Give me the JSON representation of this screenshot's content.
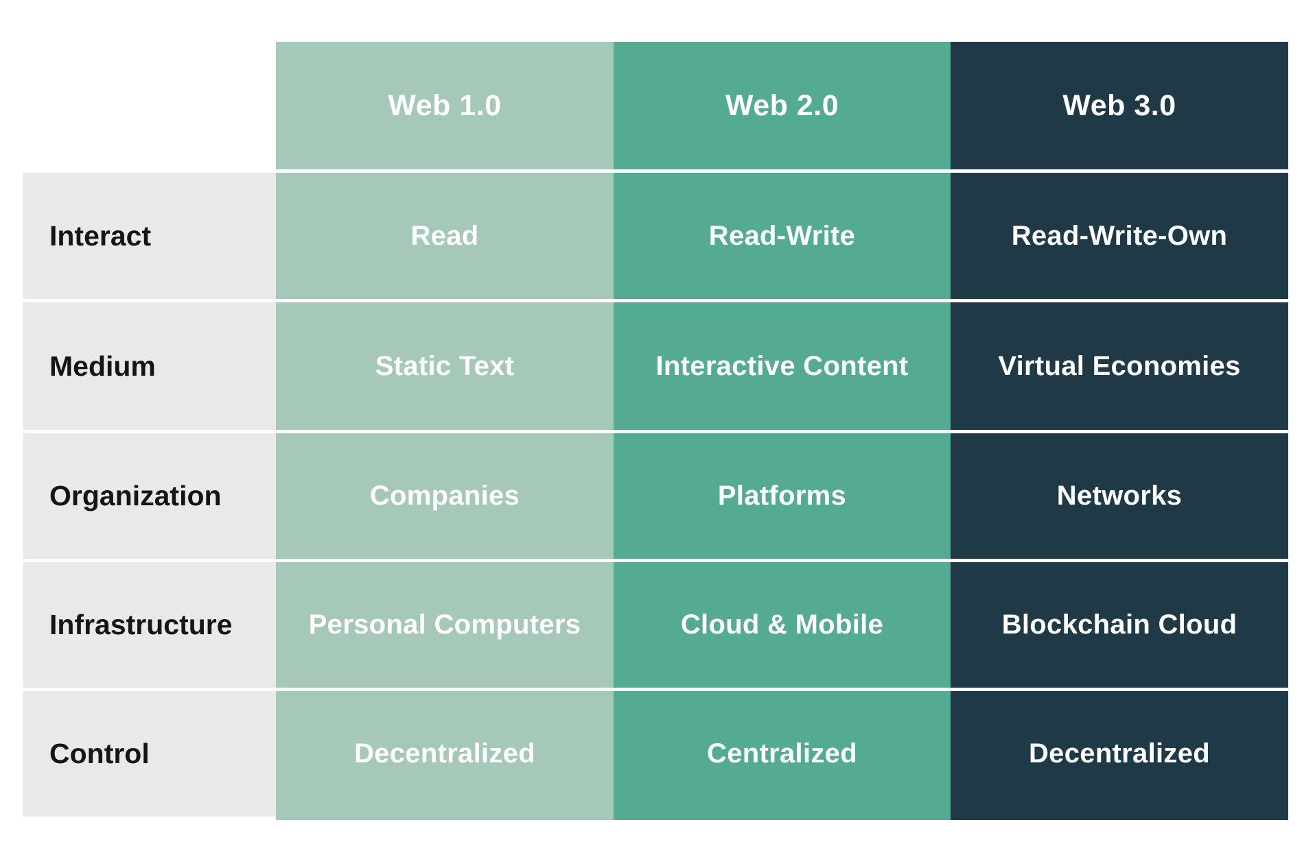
{
  "colors": {
    "page_bg": "#ffffff",
    "web1_column": "#a6c8b8",
    "web2_column": "#54ab92",
    "web3_column": "#1f3a46",
    "label_column": "#e9e9e9",
    "separator": "#ffffff",
    "header_text": "#ffffff",
    "value_text": "#ffffff",
    "label_text": "#151515"
  },
  "table": {
    "column_headers": [
      "Web 1.0",
      "Web 2.0",
      "Web 3.0"
    ],
    "rows": [
      {
        "label": "Interact",
        "values": [
          "Read",
          "Read-Write",
          "Read-Write-Own"
        ]
      },
      {
        "label": "Medium",
        "values": [
          "Static Text",
          "Interactive Content",
          "Virtual Economies"
        ]
      },
      {
        "label": "Organization",
        "values": [
          "Companies",
          "Platforms",
          "Networks"
        ]
      },
      {
        "label": "Infrastructure",
        "values": [
          "Personal Computers",
          "Cloud & Mobile",
          "Blockchain Cloud"
        ]
      },
      {
        "label": "Control",
        "values": [
          "Decentralized",
          "Centralized",
          "Decentralized"
        ]
      }
    ]
  }
}
